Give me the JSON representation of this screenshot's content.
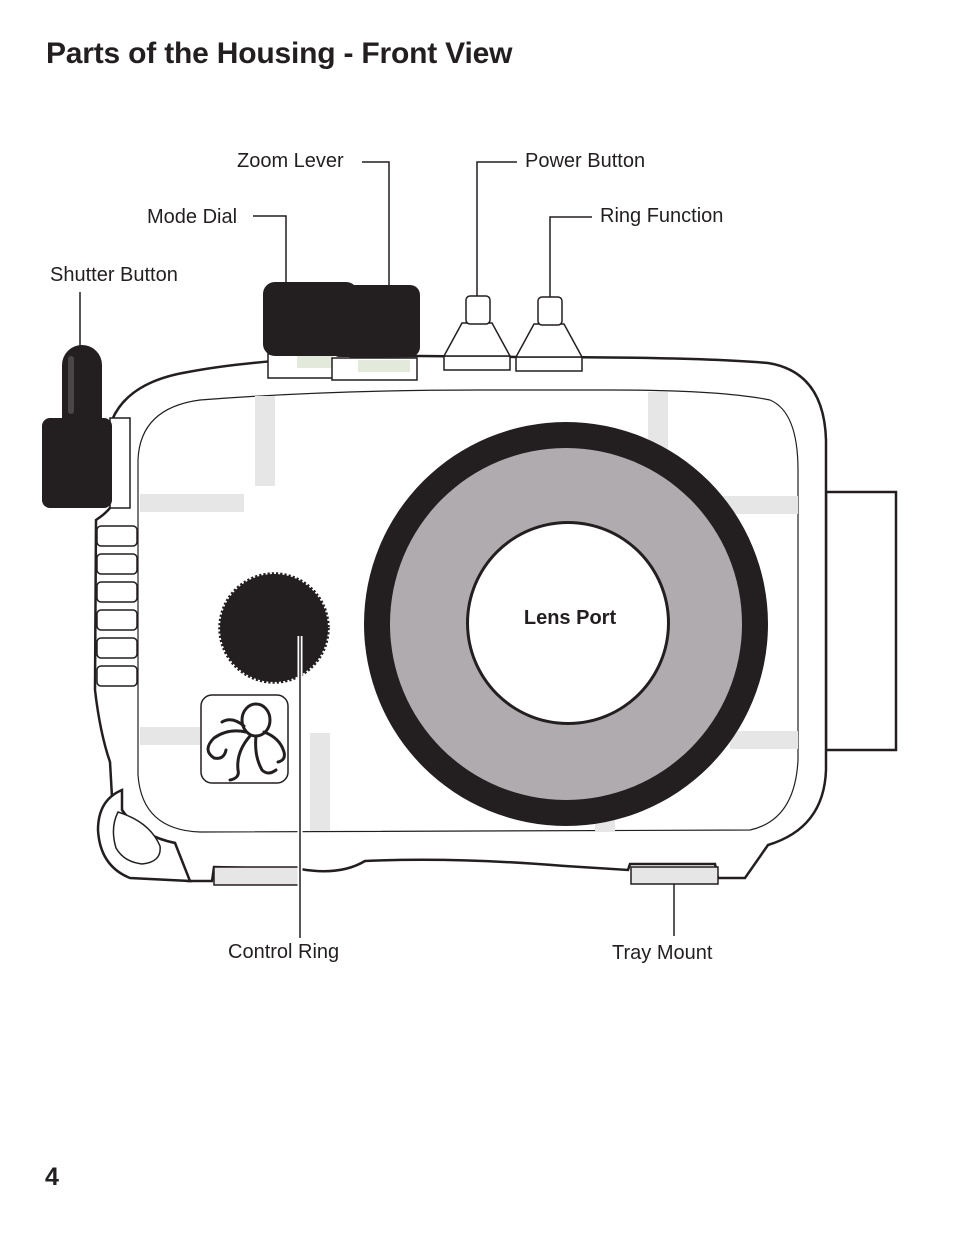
{
  "page": {
    "title": "Parts of the Housing - Front View",
    "number": "4"
  },
  "labels": {
    "zoom_lever": "Zoom Lever",
    "power_button": "Power Button",
    "mode_dial": "Mode Dial",
    "ring_function": "Ring Function",
    "shutter_button": "Shutter Button",
    "lens_port": "Lens Port",
    "control_ring": "Control Ring",
    "tray_mount": "Tray Mount"
  },
  "icons": {
    "logo": "octopus-logo-icon"
  },
  "colors": {
    "ink": "#231f20",
    "lens_gray": "#b0abae",
    "strap_gray": "#e6e6e6",
    "window_green": "#e3eadc"
  }
}
